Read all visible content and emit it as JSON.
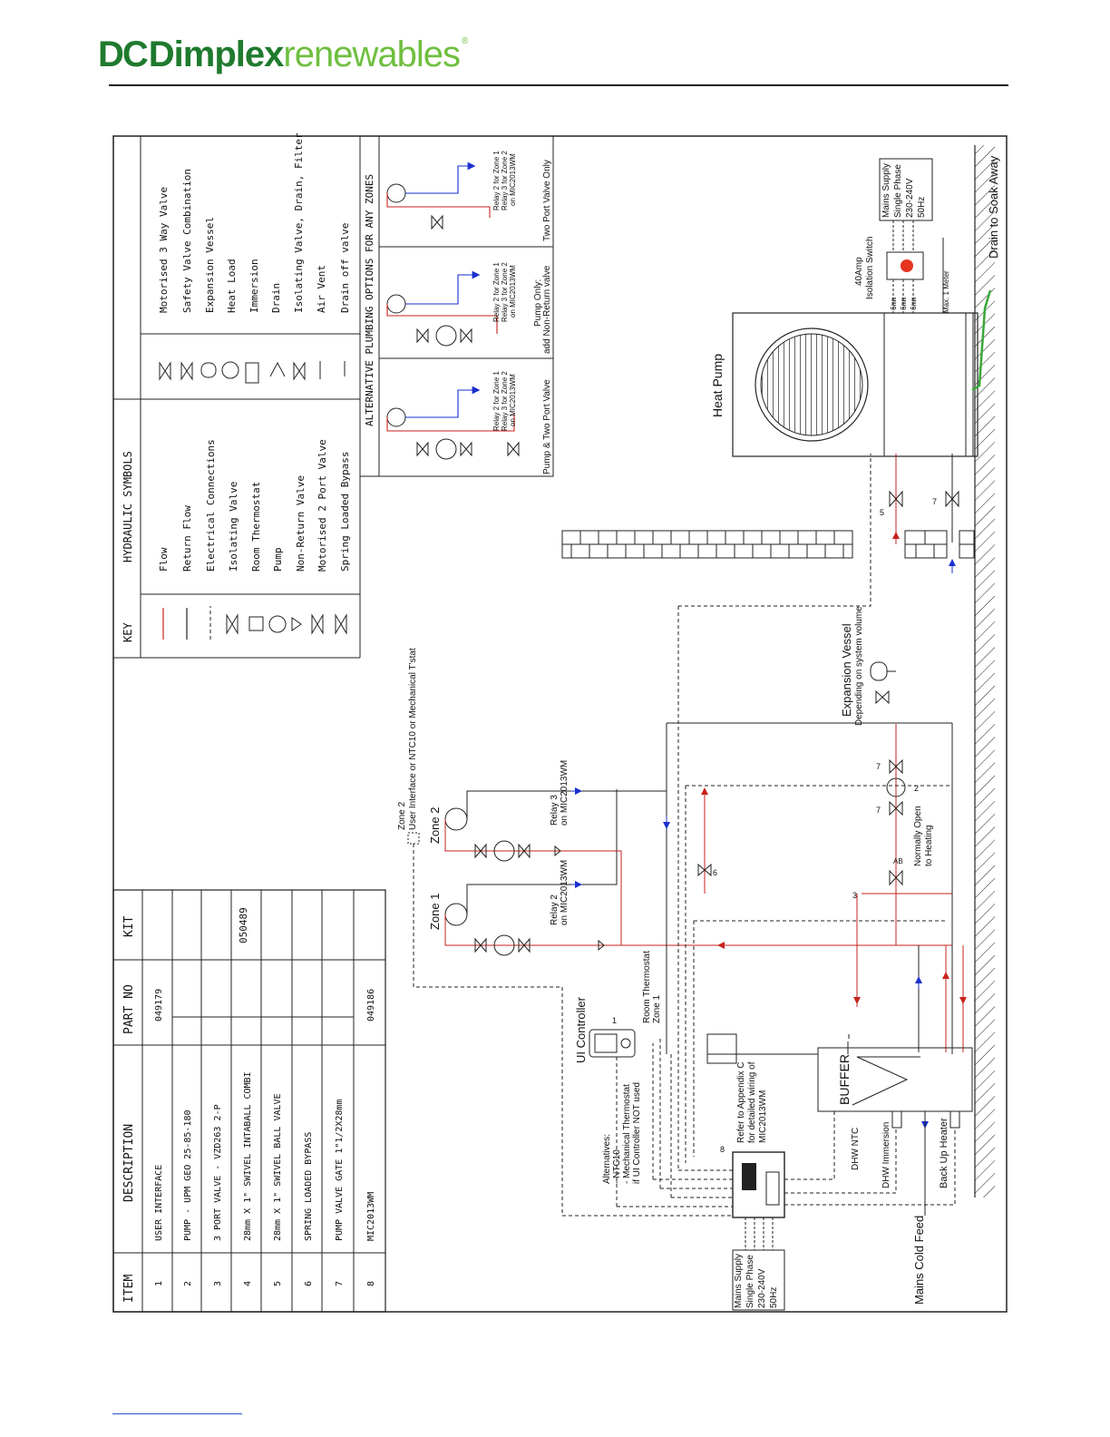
{
  "brand": {
    "mark": "DC",
    "word1": "Dimplex",
    "word2": "renewables",
    "reg": "®"
  },
  "table": {
    "headers": {
      "item": "ITEM",
      "description": "DESCRIPTION",
      "part_no": "PART NO",
      "kit": "KIT"
    },
    "rows": [
      {
        "item": "1",
        "description": "USER INTERFACE",
        "part_no": "049179"
      },
      {
        "item": "2",
        "description": "PUMP - UPM GEO 25-85-180",
        "part_no": ""
      },
      {
        "item": "3",
        "description": "3 PORT VALVE - VZD263 2-P",
        "part_no": ""
      },
      {
        "item": "4",
        "description": "28mm X 1\" SWIVEL INTABALL COMBI",
        "part_no": ""
      },
      {
        "item": "5",
        "description": "28mm X 1\" SWIVEL BALL VALVE",
        "part_no": ""
      },
      {
        "item": "6",
        "description": "SPRING LOADED BYPASS",
        "part_no": ""
      },
      {
        "item": "7",
        "description": "PUMP VALVE GATE 1\"1/2X28mm",
        "part_no": ""
      },
      {
        "item": "8",
        "description": "MIC2013WM",
        "part_no": "049186"
      }
    ],
    "kit": "050489"
  },
  "key": {
    "title": "KEY",
    "symbols_title": "HYDRAULIC SYMBOLS",
    "left": [
      "Flow",
      "Return Flow",
      "Electrical Connections",
      "Isolating Valve",
      "Room Thermostat",
      "Pump",
      "Non-Return Valve",
      "Motorised 2 Port Valve",
      "Spring Loaded Bypass"
    ],
    "right": [
      "Motorised 3 Way Valve",
      "Safety Valve Combination",
      "Expansion Vessel",
      "Heat Load",
      "Immersion",
      "Drain",
      "Isolating Valve, Drain, Filter",
      "Air Vent",
      "Drain off valve"
    ]
  },
  "alt": {
    "title": "ALTERNATIVE PLUMBING OPTIONS FOR ANY ZONES",
    "relay_line1": "Relay 2 for Zone 1",
    "relay_line2": "Relay 3 for Zone 2",
    "relay_line3": "on MIC2013WM",
    "options": [
      "Pump & Two Port Valve",
      "Pump Only:",
      "Two Port Valve Only"
    ],
    "note": "add Non-Return valve"
  },
  "diagram": {
    "zone2_ctrl": "Zone 2",
    "zone2_ctrl_b": "User Interface or NTC10 or Mechanical T'stat",
    "zone1": "Zone 1",
    "zone2": "Zone 2",
    "relay3": "Relay 3",
    "relay3b": "on MIC2013WM",
    "relay2": "Relay 2",
    "relay2b": "on MIC2013WM",
    "ui_controller": "UI Controller",
    "room_stat": "Room Thermostat",
    "room_stat_b": "Zone 1",
    "alternatives": [
      "Alternatives:",
      "- NTC10",
      "- Mechanical Thermostat",
      "if UI Controller NOT used"
    ],
    "refer": [
      "Refer to Appendix C",
      "for detailed wiring of",
      "MIC2013WM"
    ],
    "dhw_ntc": "DHW NTC",
    "dhw_imm": "DHW Immersion",
    "back_up": "Back Up Heater",
    "buffer": "BUFFER",
    "mains_cold": "Mains Cold Feed",
    "mains_supply": [
      "Mains Supply",
      "Single Phase",
      "230-240V",
      "50Hz"
    ],
    "normally_open": [
      "Normally Open",
      "to Heating"
    ],
    "ab": "AB",
    "exp_vessel": "Expansion Vessel",
    "exp_vessel_b": "Depending on system volume",
    "heat_pump": "Heat Pump",
    "isolation": [
      "40Amp",
      "Isolation Switch"
    ],
    "cable": "6mm",
    "max_meter": "Max. 1 Meter",
    "drain_soak": "Drain to Soak Away",
    "nums": [
      "1",
      "2",
      "3",
      "5",
      "6",
      "7",
      "8"
    ]
  }
}
